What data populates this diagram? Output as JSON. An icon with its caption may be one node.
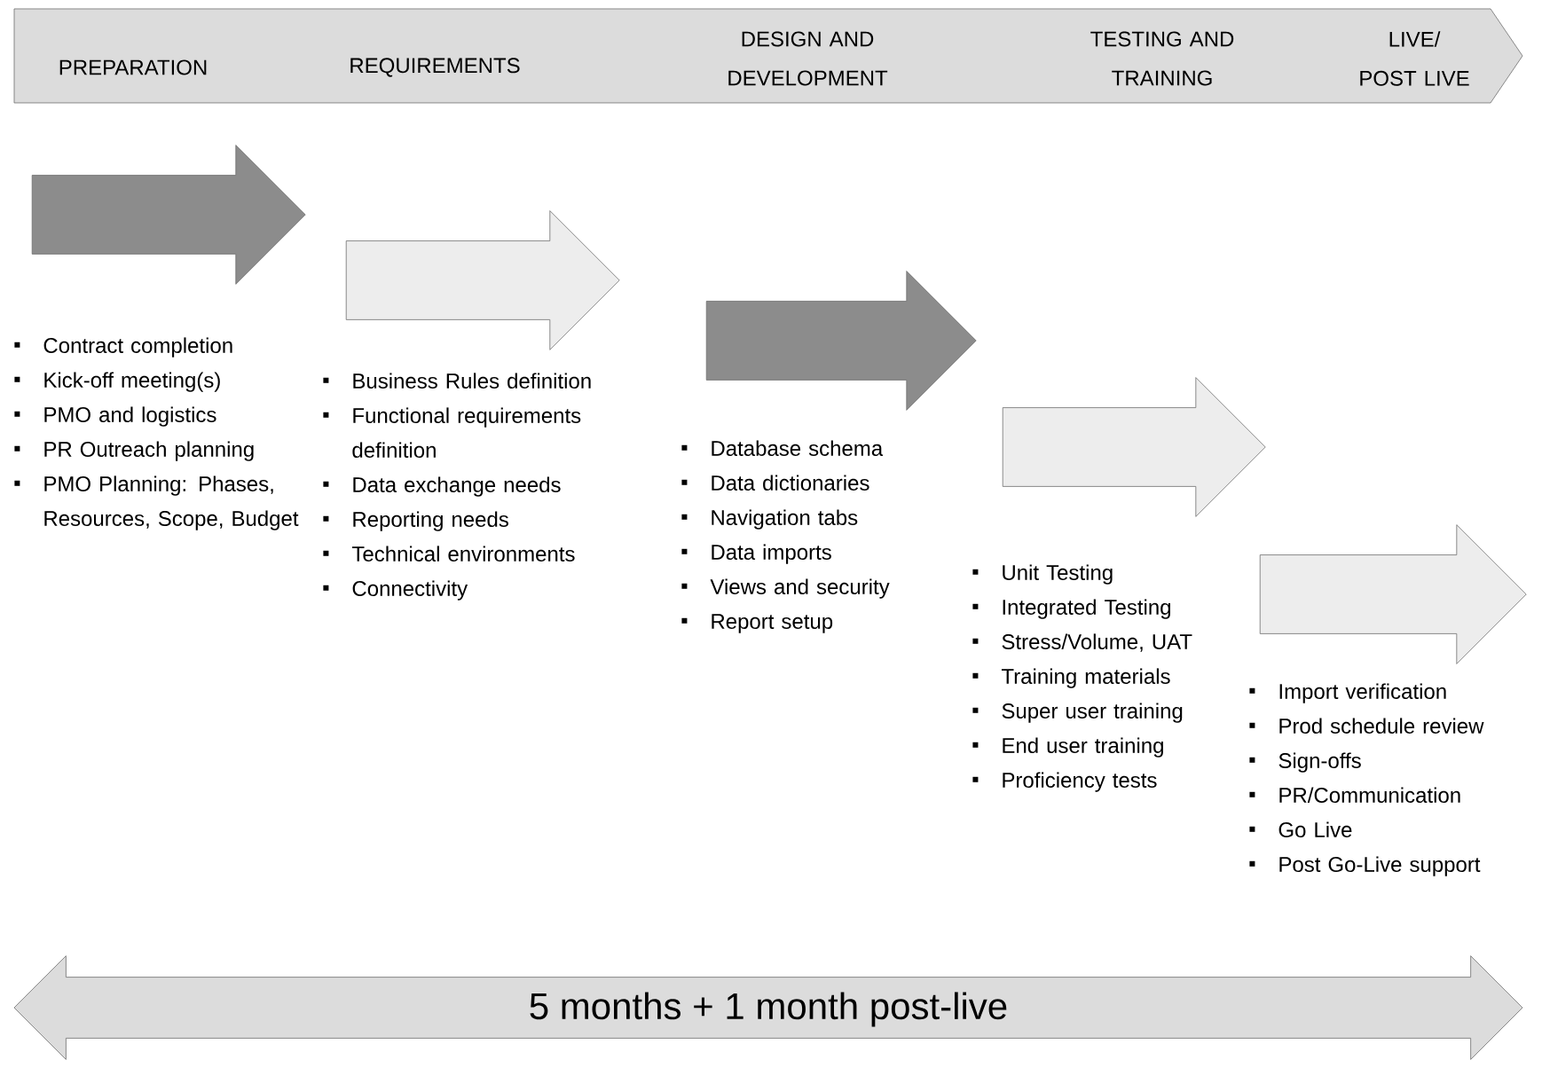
{
  "diagram": {
    "nodes": [
      {
        "text": [
          "PREPARATION",
          "REQUIREMENTS",
          "DESIGN AND DEVELOPMENT",
          "TESTING AND TRAINING",
          "LIVE/ POST LIVE"
        ]
      },
      {
        "text": [
          "5 months + 1 month post-live"
        ]
      }
    ],
    "labels": [
      "Contract completion",
      "Kick-off meeting(s)",
      "PMO and logistics",
      "PR Outreach planning",
      "PMO Planning: Phases, Resources, Scope, Budget",
      "Business Rules definition",
      "Functional requirements definition",
      "Data exchange needs",
      "Reporting needs",
      "Technical environments",
      "Connectivity",
      "Database schema",
      "Data dictionaries",
      "Navigation tabs",
      "Data imports",
      "Views and security",
      "Report setup",
      "Unit Testing",
      "Integrated Testing",
      "Stress/Volume, UAT",
      "Training materials",
      "Super user training",
      "End user training",
      "Proficiency tests",
      "Import verification",
      "Prod schedule review",
      "Sign-offs",
      "PR/Communication",
      "Go Live",
      "Post Go-Live support"
    ]
  }
}
